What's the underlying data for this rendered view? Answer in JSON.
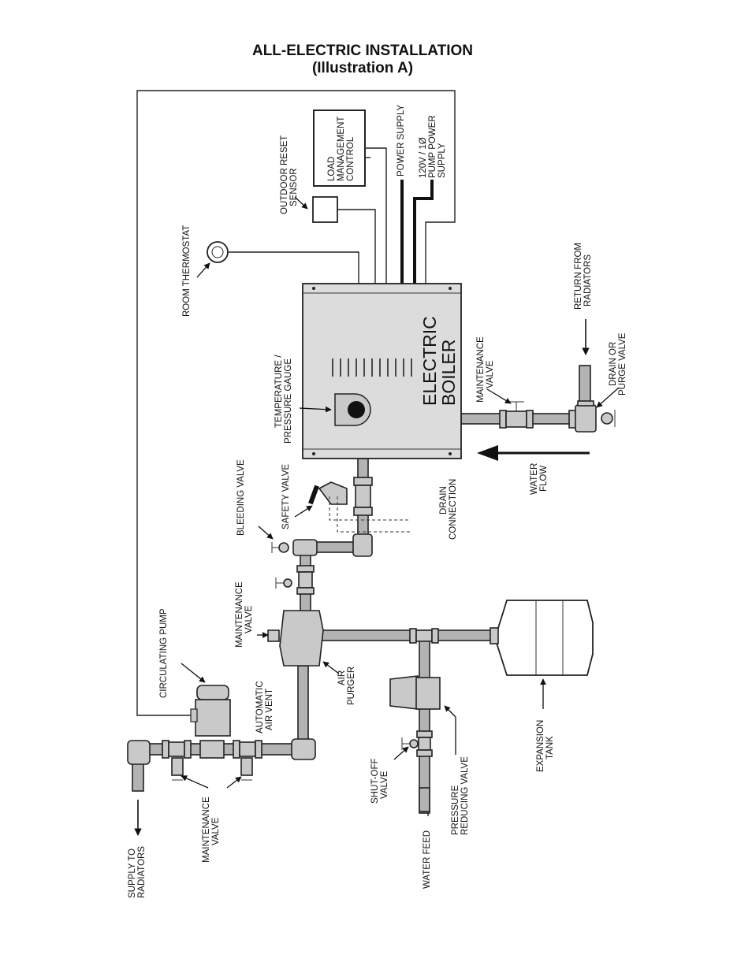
{
  "title": {
    "line1": "ALL-ELECTRIC INSTALLATION",
    "line2": "(Illustration A)"
  },
  "boiler": {
    "line1": "ELECTRIC",
    "line2": "BOILER"
  },
  "labels": {
    "load_management": [
      "LOAD",
      "MANAGEMENT",
      "CONTROL"
    ],
    "power_supply": [
      "POWER SUPPLY"
    ],
    "pump_power": [
      "120V / 1Ø",
      "PUMP POWER",
      "SUPPLY"
    ],
    "outdoor_reset": [
      "OUTDOOR RESET",
      "SENSOR"
    ],
    "room_thermostat": [
      "ROOM THERMOSTAT"
    ],
    "temp_gauge": [
      "TEMPERATURE /",
      "PRESSURE GAUGE"
    ],
    "maintenance_valve_right": [
      "MAINTENANCE",
      "VALVE"
    ],
    "return_radiators": [
      "RETURN FROM",
      "RADIATORS"
    ],
    "drain_purge": [
      "DRAIN OR",
      "PURGE VALVE"
    ],
    "water_flow": [
      "WATER",
      "FLOW"
    ],
    "drain_connection": [
      "DRAIN",
      "CONNECTION"
    ],
    "bleeding_valve": [
      "BLEEDING VALVE"
    ],
    "safety_valve": [
      "SAFETY VALVE"
    ],
    "maintenance_valve_mid": [
      "MAINTENANCE",
      "VALVE"
    ],
    "circulating_pump": [
      "CIRCULATING PUMP"
    ],
    "automatic_air_vent": [
      "AUTOMATIC",
      "AIR VENT"
    ],
    "air_purger": [
      "AIR",
      "PURGER"
    ],
    "expansion_tank": [
      "EXPANSION",
      "TANK"
    ],
    "shutoff_valve": [
      "SHUT-OFF",
      "VALVE"
    ],
    "pressure_reducing": [
      "PRESSURE",
      "REDUCING VALVE"
    ],
    "water_feed": [
      "WATER FEED"
    ],
    "maintenance_valve_bottom": [
      "MAINTENANCE",
      "VALVE"
    ],
    "supply_radiators": [
      "SUPPLY TO",
      "RADIATORS"
    ]
  }
}
